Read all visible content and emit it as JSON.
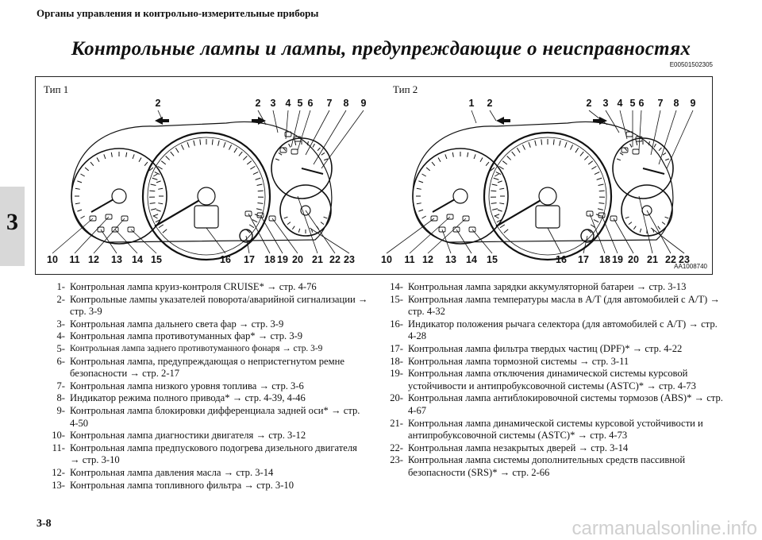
{
  "header": {
    "section_title": "Органы управления и контрольно-измерительные приборы"
  },
  "page": {
    "title": "Контрольные лампы и лампы, предупреждающие о неисправностях",
    "code": "E00501502305",
    "chapter": "3",
    "page_number": "3-8"
  },
  "figure": {
    "type1_label": "Тип 1",
    "type2_label": "Тип 2",
    "image_code": "AA1008740",
    "type1_top_callouts": [
      "2",
      "2",
      "3",
      "4",
      "5",
      "6",
      "7",
      "8",
      "9"
    ],
    "type1_bottom_callouts": [
      "10",
      "11",
      "12",
      "13",
      "14",
      "15",
      "16",
      "17",
      "18",
      "19",
      "20",
      "21",
      "22",
      "23"
    ],
    "type2_top_callouts": [
      "1",
      "2",
      "2",
      "3",
      "4",
      "5",
      "6",
      "7",
      "8",
      "9"
    ],
    "type2_bottom_callouts": [
      "10",
      "11",
      "12",
      "13",
      "14",
      "15",
      "16",
      "17",
      "18",
      "19",
      "20",
      "21",
      "22",
      "23"
    ],
    "stroke_color": "#111111"
  },
  "list_left": [
    {
      "num": "1-",
      "text": "Контрольная лампа круиз-контроля CRUISE* → стр. 4-76"
    },
    {
      "num": "2-",
      "text": "Контрольные лампы указателей поворота/аварийной сигнализации → стр. 3-9"
    },
    {
      "num": "3-",
      "text": "Контрольная лампа дальнего света фар → стр. 3-9"
    },
    {
      "num": "4-",
      "text": "Контрольная лампа противотуманных фар* → стр. 3-9"
    },
    {
      "num": "5-",
      "text": "Контрольная лампа заднего противотуманного фонаря → стр. 3-9",
      "small": true
    },
    {
      "num": "6-",
      "text": "Контрольная лампа, предупреждающая о непристегнутом ремне безопасности → стр. 2-17"
    },
    {
      "num": "7-",
      "text": "Контрольная лампа низкого уровня топлива → стр. 3-6"
    },
    {
      "num": "8-",
      "text": "Индикатор режима полного привода* → стр. 4-39, 4-46"
    },
    {
      "num": "9-",
      "text": "Контрольная лампа блокировки дифференциала задней оси* → стр. 4-50"
    },
    {
      "num": "10-",
      "text": "Контрольная лампа диагностики двигателя → стр. 3-12"
    },
    {
      "num": "11-",
      "text": "Контрольная лампа предпускового подогрева дизельного двигателя → стр. 3-10"
    },
    {
      "num": "12-",
      "text": "Контрольная лампа давления масла → стр. 3-14"
    },
    {
      "num": "13-",
      "text": "Контрольная лампа топливного фильтра → стр. 3-10"
    }
  ],
  "list_right": [
    {
      "num": "14-",
      "text": "Контрольная лампа зарядки аккумуляторной батареи → стр. 3-13"
    },
    {
      "num": "15-",
      "text": "Контрольная лампа температуры масла в A/T (для автомобилей с A/T) → стр. 4-32"
    },
    {
      "num": "16-",
      "text": "Индикатор положения рычага селектора (для автомобилей с A/T) → стр. 4-28"
    },
    {
      "num": "17-",
      "text": "Контрольная лампа фильтра твердых частиц (DPF)* → стр. 4-22"
    },
    {
      "num": "18-",
      "text": "Контрольная лампа тормозной системы → стр. 3-11"
    },
    {
      "num": "19-",
      "text": "Контрольная лампа отключения динамической системы курсовой устойчивости и антипробуксовочной системы (ASTC)* → стр. 4-73"
    },
    {
      "num": "20-",
      "text": "Контрольная лампа антиблокировочной системы тормозов (ABS)* → стр. 4-67"
    },
    {
      "num": "21-",
      "text": "Контрольная лампа динамической системы курсовой устойчивости и антипробуксовочной системы (ASTC)* → стр. 4-73"
    },
    {
      "num": "22-",
      "text": "Контрольная лампа незакрытых дверей → стр. 3-14"
    },
    {
      "num": "23-",
      "text": "Контрольная лампа системы дополнительных средств пассивной безопасности (SRS)* → стр. 2-66"
    }
  ],
  "watermark": "carmanualsonline.info"
}
